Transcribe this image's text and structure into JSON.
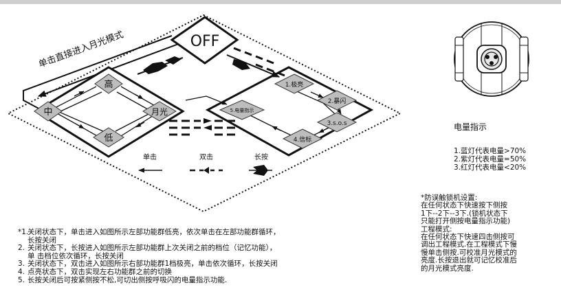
{
  "diagram": {
    "off_label": "OFF",
    "moonlight_direct": "单击直接进入月光模式",
    "left_group": {
      "high": "高",
      "mid": "中",
      "low": "低",
      "moon": "月光"
    },
    "right_group": {
      "extreme": "1.极亮",
      "burst": "2.暴闪",
      "sos": "3.s.o.s",
      "beacon": "4.信标",
      "battery_indicator": "5.电量指示"
    },
    "legend": {
      "single_click": "单击",
      "double_click": "双击",
      "long_press": "长按"
    }
  },
  "battery_title": "电量指示",
  "battery_levels": [
    "1.蓝灯代表电量>70%",
    "2.紫灯代表电量=50%",
    "3.红灯代表电量<20%"
  ],
  "lock_notes": [
    "*防误触锁机设置:",
    "在任何状态下快速按下侧按",
    "1下--2下--3下.(锁机状态下",
    "只能打开侧按电量指示功能)",
    "工程模式:",
    "在任何状态下快速四击侧按可",
    "调出工程模式.在工程模式下慢",
    "慢单击侧按.可校准月光模式的",
    "亮度.长按退出就可记忆校准后",
    "的月光模式亮度."
  ],
  "notes": [
    {
      "num": "*1.",
      "lines": [
        "关闭状态下，单击进入如图所示左部功能群低亮，依次单击在左部功能群循环，",
        "长按关闭"
      ]
    },
    {
      "num": "2.",
      "lines": [
        "关闭状态下，长按进入如图所示左部功能群上次关闭之前的档位（记忆功能），",
        "单 击档位依次循环，长按关闭"
      ]
    },
    {
      "num": "3.",
      "lines": [
        "关闭状态下，双击进入如图所示右部功能群1档极亮，单击依次循环，长按关闭"
      ]
    },
    {
      "num": "4.",
      "lines": [
        "点亮状态下，双击实现左右功能群之前的切换"
      ]
    },
    {
      "num": "5.",
      "lines": [
        "长按关闭后可按紧侧按不松,可切出侧按呼吸闪的电量指示功能."
      ]
    }
  ]
}
